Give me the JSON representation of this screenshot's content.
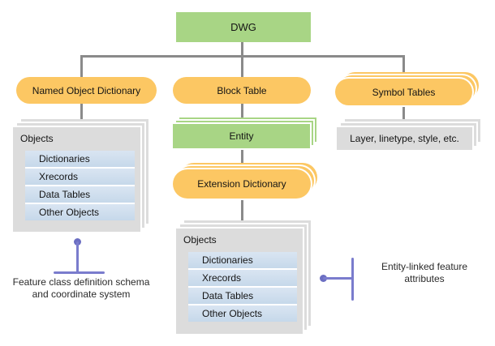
{
  "nodes": {
    "dwg": "DWG",
    "named_object_dictionary": "Named Object Dictionary",
    "block_table": "Block Table",
    "symbol_tables": "Symbol Tables",
    "entity": "Entity",
    "extension_dictionary": "Extension Dictionary",
    "symbol_tables_detail": "Layer, linetype, style, etc."
  },
  "panels": {
    "left": {
      "title": "Objects",
      "items": [
        "Dictionaries",
        "Xrecords",
        "Data Tables",
        "Other Objects"
      ]
    },
    "bottom": {
      "title": "Objects",
      "items": [
        "Dictionaries",
        "Xrecords",
        "Data Tables",
        "Other Objects"
      ]
    }
  },
  "annotations": {
    "left": {
      "line1": "Feature class definition schema",
      "line2": "and coordinate system"
    },
    "right": {
      "line1": "Entity-linked feature",
      "line2": "attributes"
    }
  },
  "colors": {
    "node_green": "#a8d585",
    "node_orange": "#fcc763",
    "panel_gray": "#dcdcdc",
    "row_blue": "#c9dbeb",
    "connector_gray": "#8a8a8a",
    "annotation_purple": "#7a7ccd"
  }
}
